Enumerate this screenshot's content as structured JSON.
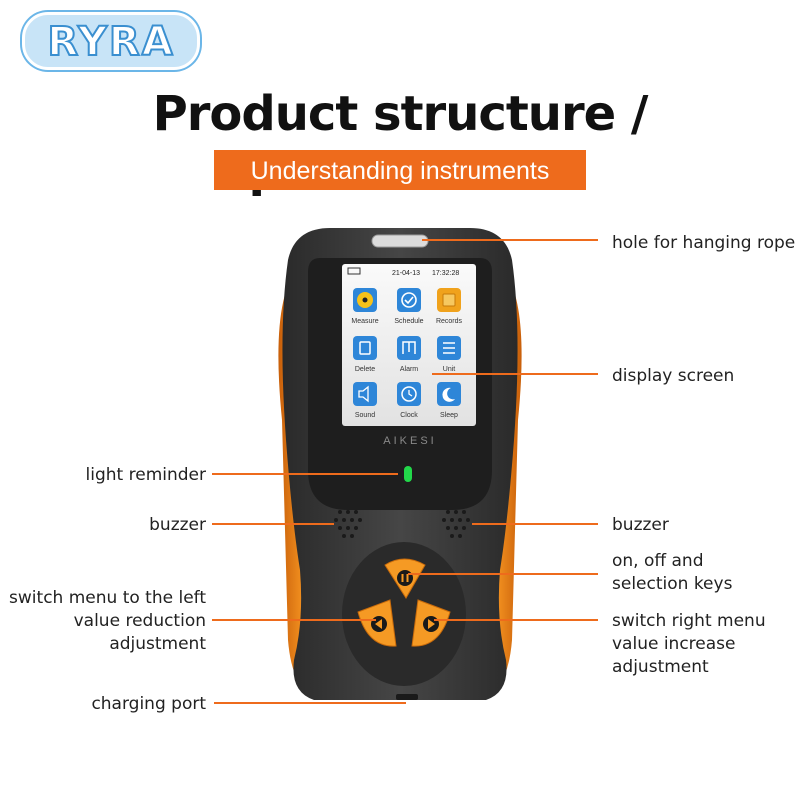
{
  "brand": {
    "logo_text": "RYRA"
  },
  "header": {
    "title": "Product structure / parameters",
    "subtitle": "Understanding instruments"
  },
  "device": {
    "date": "21-04-13",
    "time": "17:32:28",
    "brand_mark": "AIKESI",
    "apps": [
      {
        "label": "Measure",
        "icon": "radiation-icon"
      },
      {
        "label": "Schedule",
        "icon": "clock-check-icon"
      },
      {
        "label": "Records",
        "icon": "records-icon"
      },
      {
        "label": "Delete",
        "icon": "delete-icon"
      },
      {
        "label": "Alarm",
        "icon": "alarm-icon"
      },
      {
        "label": "Unit",
        "icon": "unit-icon"
      },
      {
        "label": "Sound",
        "icon": "sound-icon"
      },
      {
        "label": "Clock",
        "icon": "clock-icon"
      },
      {
        "label": "Sleep",
        "icon": "sleep-icon"
      }
    ],
    "colors": {
      "body": "#3a3a3a",
      "accent": "#f08a1c",
      "app_tile": "#2e86d8",
      "led": "#22d84a"
    }
  },
  "callouts": {
    "hanging": "hole for hanging rope",
    "display": "display screen",
    "light": "light reminder",
    "buzzer_left": "buzzer",
    "buzzer_right": "buzzer",
    "power_line1": "on, off and",
    "power_line2": "selection keys",
    "left_line1": "switch menu to the left",
    "left_line2": "value reduction",
    "left_line3": "adjustment",
    "right_line1": "switch right menu",
    "right_line2": "value increase",
    "right_line3": "adjustment",
    "charging": "charging port"
  }
}
